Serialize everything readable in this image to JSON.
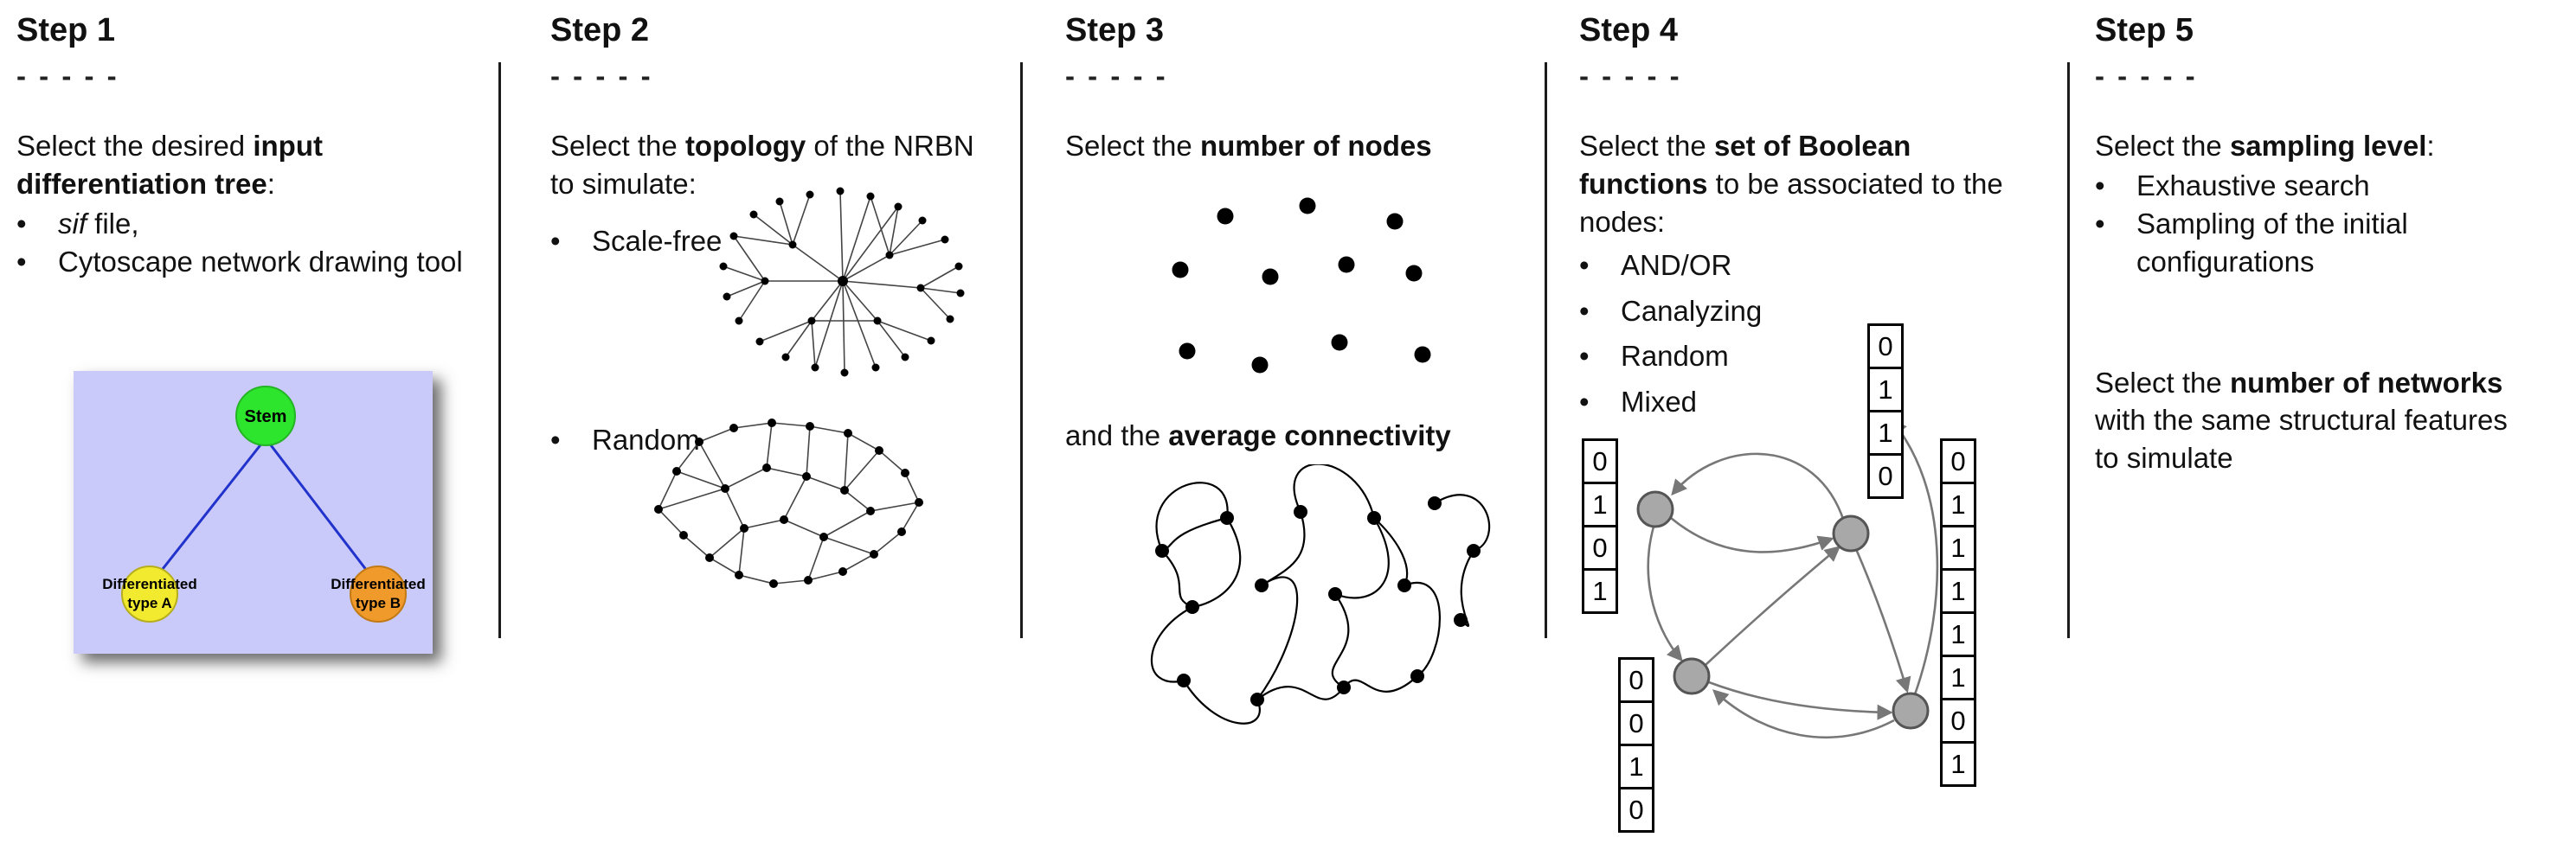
{
  "ui": {
    "bullet": "•"
  },
  "steps": [
    {
      "title": "Step 1",
      "dashes": "- - - - -",
      "intro_pre": "Select the desired ",
      "intro_bold": "input differentiation tree",
      "intro_post": ":",
      "bullet1_italic": "sif",
      "bullet1_rest": " file,",
      "bullet2": "Cytoscape network drawing tool",
      "tree": {
        "root_label": "Stem",
        "left_label_line1": "Differentiated",
        "left_label_line2": "type A",
        "right_label_line1": "Differentiated",
        "right_label_line2": "type B",
        "colors": {
          "background": "#c9c9fa",
          "root": "#2de52d",
          "left": "#f2ea2f",
          "right": "#f09a2b",
          "edge": "#2233cc"
        }
      }
    },
    {
      "title": "Step 2",
      "dashes": "- - - - -",
      "intro_pre": "Select the ",
      "intro_bold": "topology",
      "intro_post": " of the NRBN to simulate:",
      "bullets": [
        "Scale-free",
        "Random"
      ]
    },
    {
      "title": "Step 3",
      "dashes": "- - - - -",
      "line1_pre": "Select the ",
      "line1_bold": "number of nodes",
      "line2_pre": "and the ",
      "line2_bold": "average connectivity"
    },
    {
      "title": "Step 4",
      "dashes": "- - - - -",
      "intro_pre": "Select the ",
      "intro_bold": "set of Boolean functions",
      "intro_post": " to be associated to the nodes:",
      "bullets": [
        "AND/OR",
        "Canalyzing",
        "Random",
        "Mixed"
      ],
      "truth_tables": {
        "left": [
          "0",
          "1",
          "0",
          "1"
        ],
        "top": [
          "0",
          "1",
          "1",
          "0"
        ],
        "bottom_left": [
          "0",
          "0",
          "1",
          "0"
        ],
        "right": [
          "0",
          "1",
          "1",
          "1",
          "1",
          "1",
          "0",
          "1"
        ]
      }
    },
    {
      "title": "Step 5",
      "dashes": "- - - - -",
      "line1_pre": "Select the ",
      "line1_bold": "sampling level",
      "line1_post": ":",
      "bullets": [
        "Exhaustive search",
        "Sampling of the initial configurations"
      ],
      "para2_pre": "Select the ",
      "para2_bold": "number of networks",
      "para2_post": " with the same structural features to simulate"
    }
  ]
}
